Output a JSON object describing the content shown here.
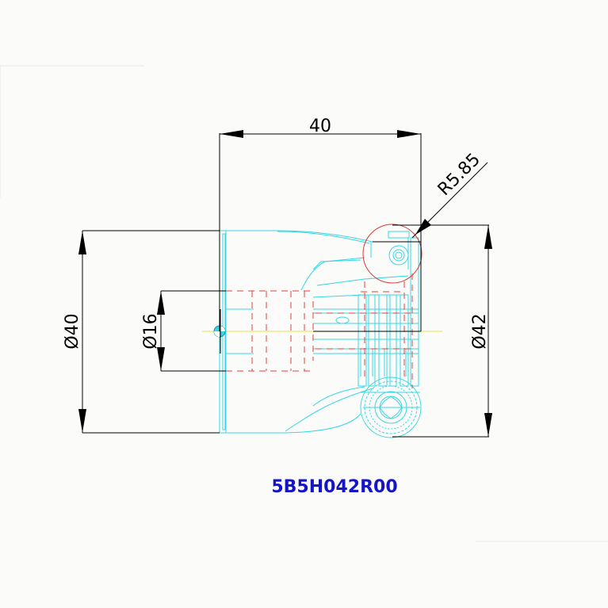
{
  "dimensions": {
    "width_label": "40",
    "radius_label": "R5.85",
    "left_diameter_label": "Ø40",
    "inner_diameter_label": "Ø16",
    "right_diameter_label": "Ø42"
  },
  "part_number": "5B5H042R00",
  "colors": {
    "dimension": "#000000",
    "outline": "#37d6e3",
    "hidden": "#e34040",
    "center": "#e8e24a",
    "part_number": "#1515c8",
    "circle": "#d83a3a"
  }
}
